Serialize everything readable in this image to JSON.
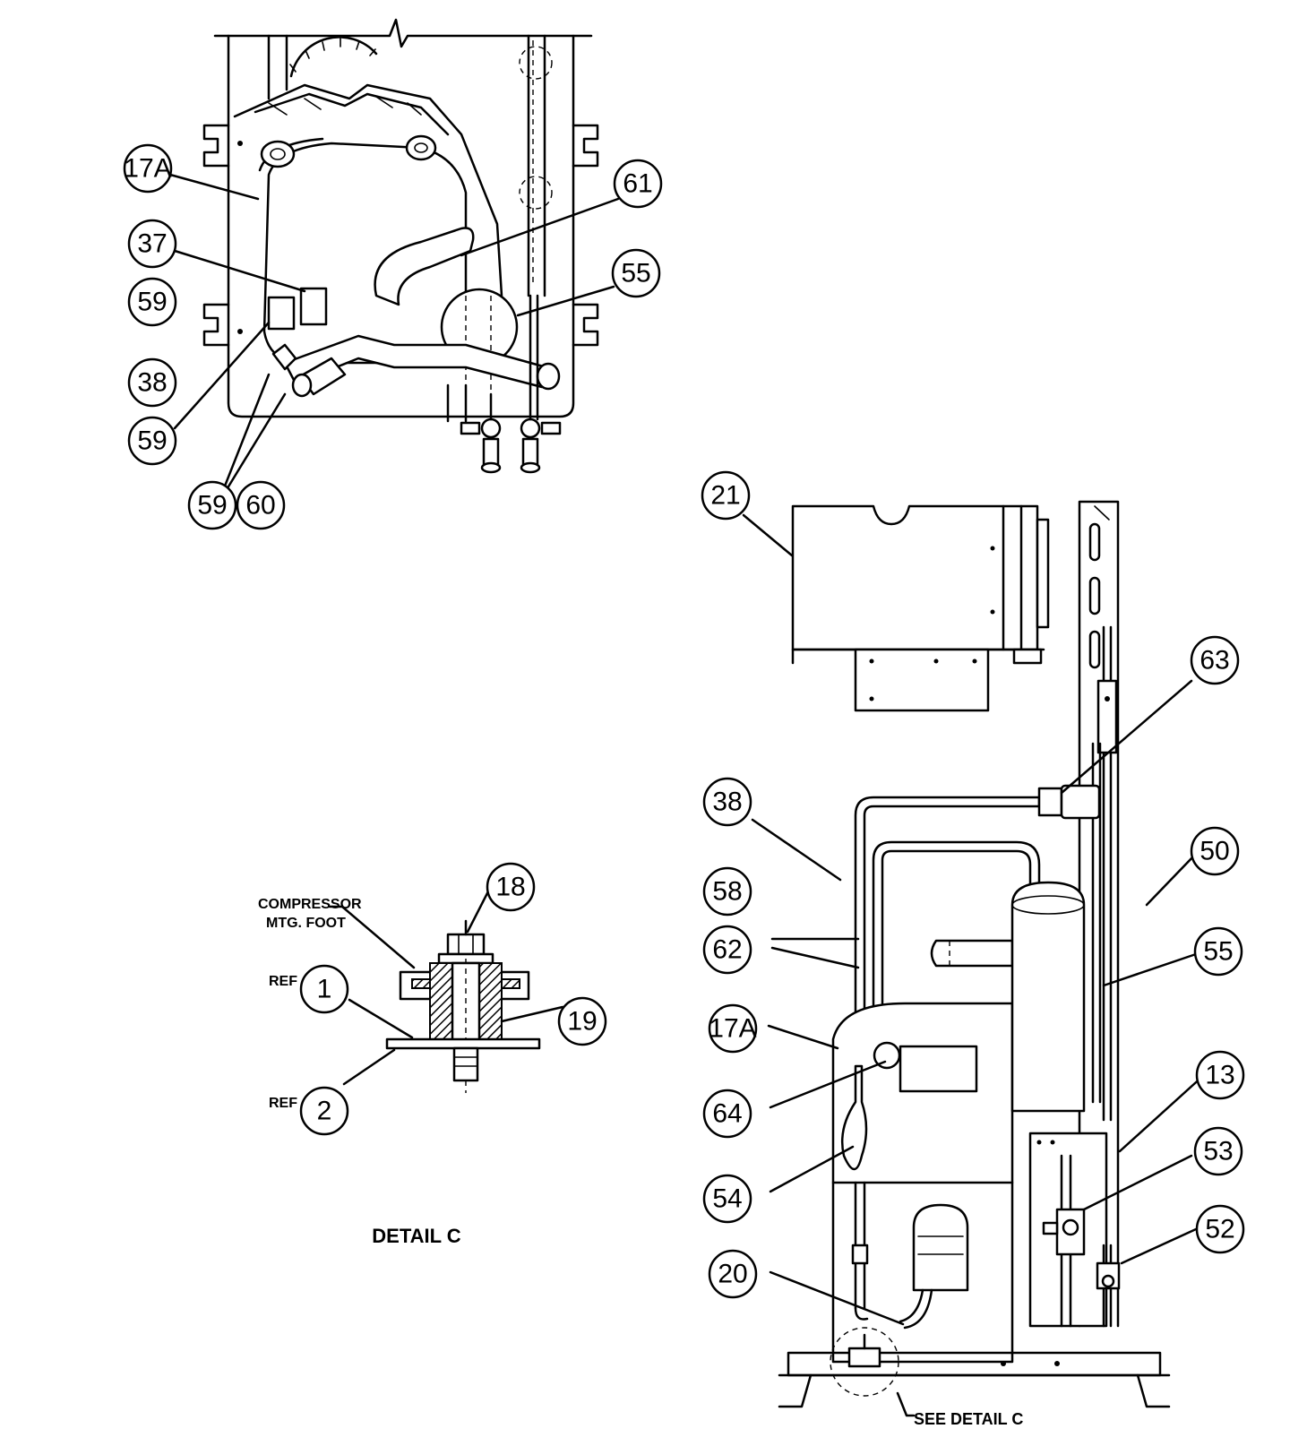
{
  "top_view": {
    "callouts": {
      "c17a": "17A",
      "c37": "37",
      "c59a": "59",
      "c38": "38",
      "c59b": "59",
      "c59c": "59",
      "c60": "60",
      "c61": "61",
      "c55": "55"
    }
  },
  "side_view": {
    "callouts": {
      "c21": "21",
      "c63": "63",
      "c38": "38",
      "c58": "58",
      "c62": "62",
      "c17a": "17A",
      "c64": "64",
      "c54": "54",
      "c20": "20",
      "c50": "50",
      "c55": "55",
      "c13": "13",
      "c53": "53",
      "c52": "52"
    },
    "see_detail_label": "SEE DETAIL C"
  },
  "detail_c": {
    "callouts": {
      "c18": "18",
      "c1": "1",
      "c2": "2",
      "c19": "19"
    },
    "ref1_label": "REF",
    "ref2_label": "REF",
    "foot_label_line1": "COMPRESSOR",
    "foot_label_line2": "MTG. FOOT",
    "caption": "DETAIL C"
  }
}
